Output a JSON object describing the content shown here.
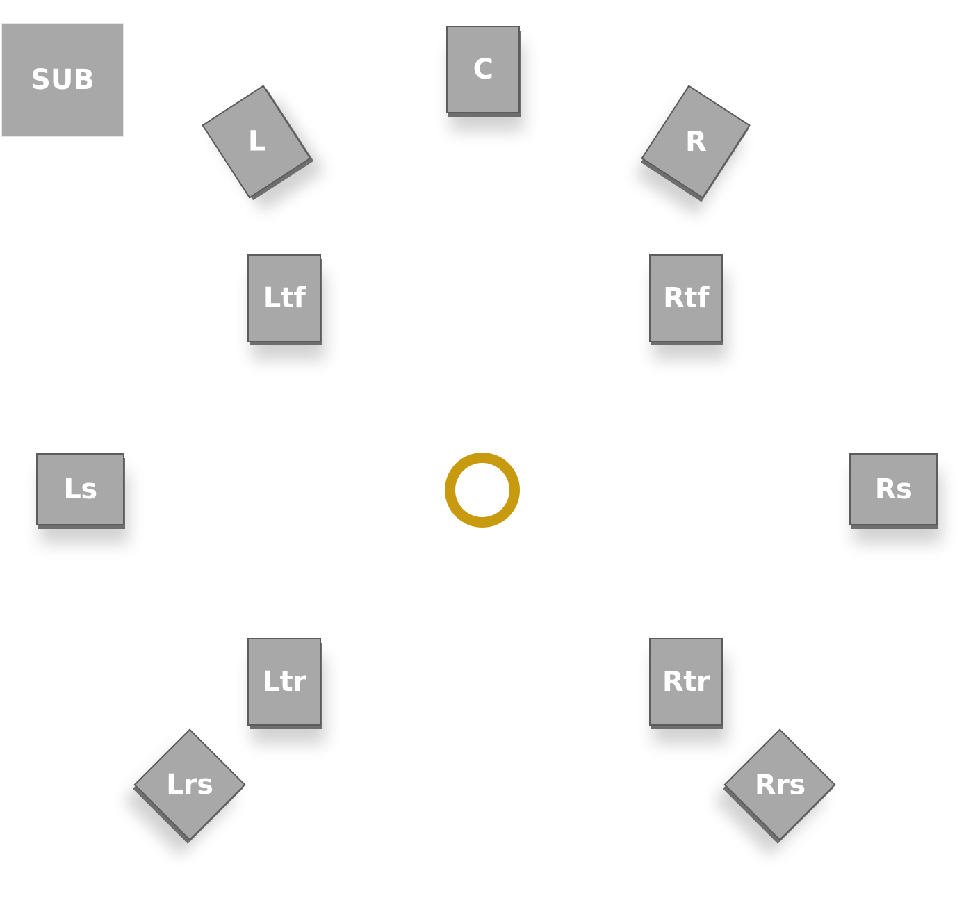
{
  "diagram": {
    "sub_label": "SUB",
    "listener": "listener-position",
    "speakers": {
      "C": "C",
      "L": "L",
      "R": "R",
      "Ltf": "Ltf",
      "Rtf": "Rtf",
      "Ls": "Ls",
      "Rs": "Rs",
      "Ltr": "Ltr",
      "Rtr": "Rtr",
      "Lrs": "Lrs",
      "Rrs": "Rrs"
    },
    "colors": {
      "speaker_fill": "#a8a8a8",
      "speaker_border": "#5c5c5c",
      "label": "#ffffff",
      "listener_ring": "#c79a0f",
      "background": "#ffffff"
    }
  }
}
